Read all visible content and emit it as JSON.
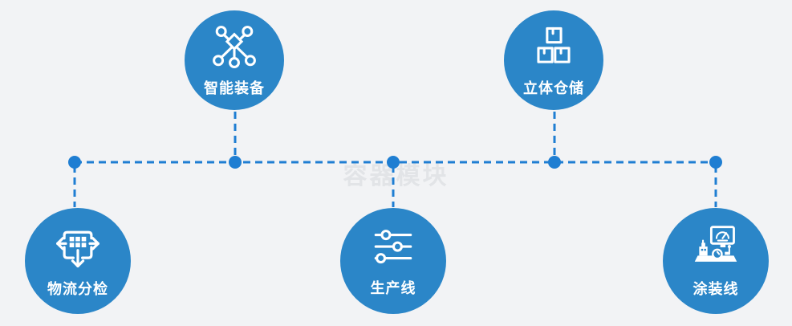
{
  "watermark": "容器模块",
  "colors": {
    "circle": "#2b86c8",
    "line": "#1f7ed2",
    "background": "#f2f3f5",
    "watermark": "#d5d8dc",
    "icon": "#ffffff"
  },
  "nodes": [
    {
      "id": "smart-equipment",
      "label": "智能装备",
      "icon": "network-nodes-icon",
      "position": "top-left"
    },
    {
      "id": "stereo-warehouse",
      "label": "立体仓储",
      "icon": "stacked-boxes-icon",
      "position": "top-right"
    },
    {
      "id": "logistics-sorting",
      "label": "物流分检",
      "icon": "move-sort-icon",
      "position": "bottom-left"
    },
    {
      "id": "production-line",
      "label": "生产线",
      "icon": "sliders-icon",
      "position": "bottom-center"
    },
    {
      "id": "painting-line",
      "label": "涂装线",
      "icon": "control-station-icon",
      "position": "bottom-right"
    }
  ]
}
